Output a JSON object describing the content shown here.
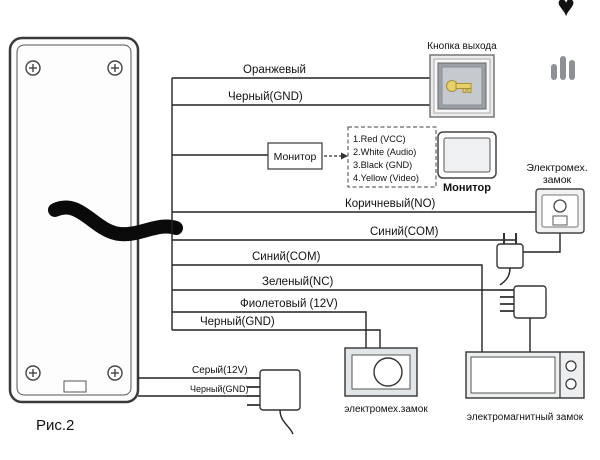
{
  "figure": {
    "caption": "Рис.2"
  },
  "corner_icons": {
    "heart": "♥"
  },
  "wires": {
    "orange": "Оранжевый",
    "black_gnd_top": "Черный(GND)",
    "brown_no": "Коричневый(NO)",
    "blue_com_1": "Синий(COM)",
    "blue_com_2": "Синий(COM)",
    "green_nc": "Зеленый(NC)",
    "violet_12v": "Фиолетовый (12V)",
    "black_gnd_mid": "Черный(GND)",
    "gray_12v": "Серый(12V)",
    "black_gnd_bottom": "Черный(GND)"
  },
  "devices": {
    "exit_button": "Кнопка выхода",
    "monitor_block": "Монитор",
    "monitor_label": "Монитор",
    "electromech_lock_line1": "Электромех.",
    "electromech_lock_line2": "замок",
    "electromech_lock_bottom": "электромех.замок",
    "electromagnetic_lock": "электромагнитный замок",
    "pinout": [
      "1.Red (VCC)",
      "2.White (Audio)",
      "3.Black (GND)",
      "4.Yellow (Video)"
    ]
  }
}
